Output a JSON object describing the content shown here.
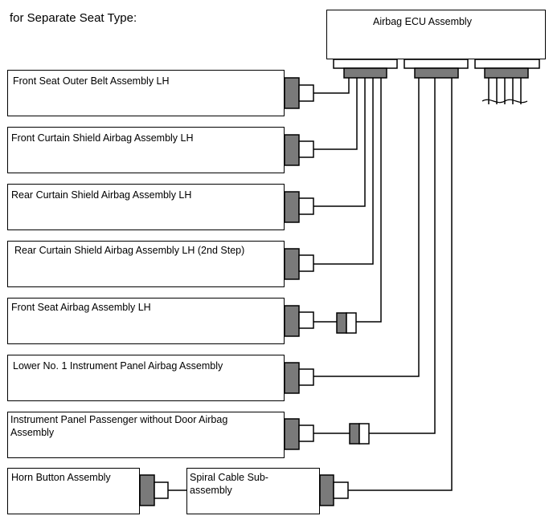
{
  "caption": "for Separate Seat Type:",
  "ecu": {
    "label": "Airbag ECU Assembly"
  },
  "components": [
    {
      "id": "front-seat-outer-belt",
      "label": "Front Seat Outer Belt Assembly LH"
    },
    {
      "id": "front-curtain-shield",
      "label": "Front Curtain Shield Airbag Assembly LH"
    },
    {
      "id": "rear-curtain-shield",
      "label": "Rear Curtain Shield Airbag Assembly LH"
    },
    {
      "id": "rear-curtain-shield-2nd",
      "label": "Rear Curtain Shield Airbag Assembly LH (2nd Step)"
    },
    {
      "id": "front-seat-airbag",
      "label": "Front Seat Airbag Assembly LH"
    },
    {
      "id": "lower-no1-ip-airbag",
      "label": "Lower No. 1 Instrument Panel Airbag Assembly"
    },
    {
      "id": "ip-passenger-airbag",
      "label": "Instrument Panel Passenger without Door Airbag Assembly"
    },
    {
      "id": "horn-button",
      "label": "Horn Button Assembly"
    },
    {
      "id": "spiral-cable",
      "label": "Spiral Cable Sub-assembly"
    }
  ],
  "colors": {
    "connector_fill": "#7a7a7a",
    "line": "#000000",
    "background": "#ffffff"
  }
}
